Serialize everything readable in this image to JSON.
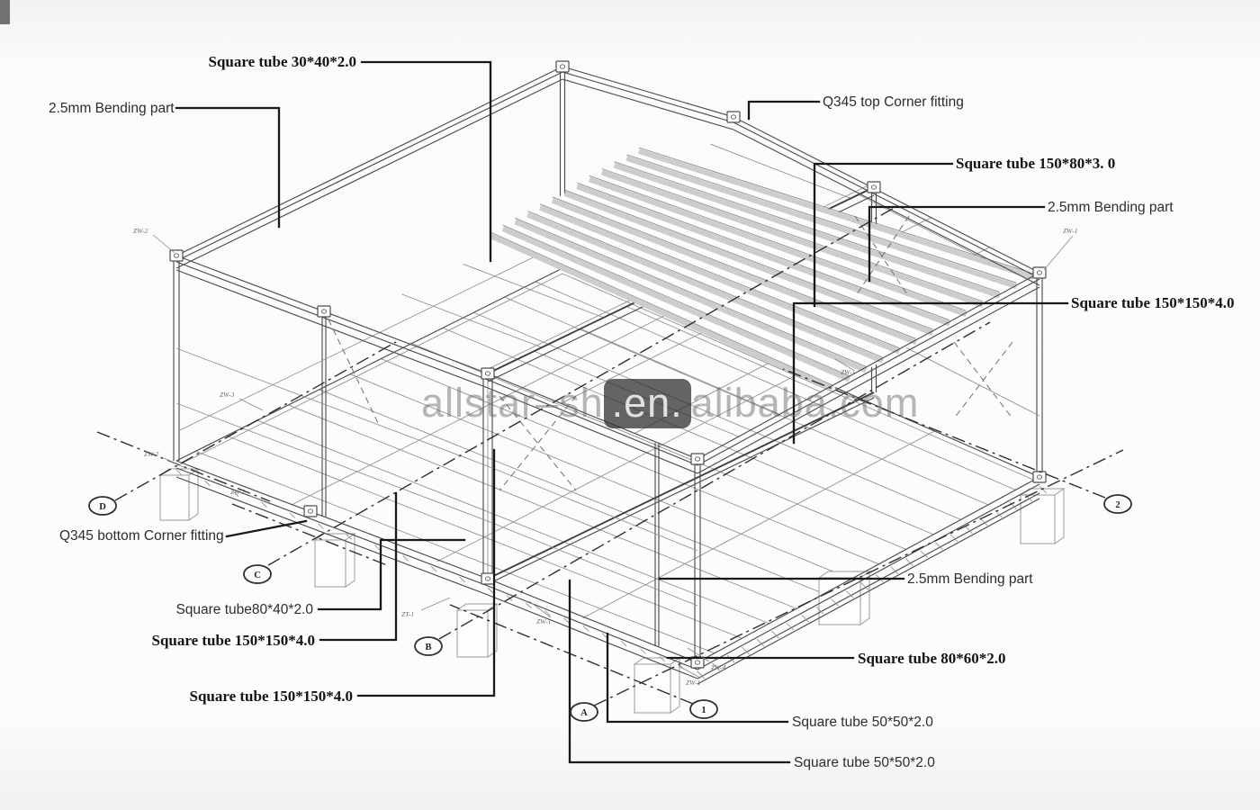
{
  "drawing": {
    "subject": "container house steel frame isometric wireframe"
  },
  "callouts": [
    {
      "text": "Square tube 30*40*2.0"
    },
    {
      "text": "2.5mm Bending part"
    },
    {
      "text": "Q345 top Corner fitting"
    },
    {
      "text": "Square tube 150*80*3. 0"
    },
    {
      "text": "2.5mm Bending part"
    },
    {
      "text": "Square tube 150*150*4.0"
    },
    {
      "text": "Q345 bottom Corner fitting"
    },
    {
      "text": "Square tube80*40*2.0"
    },
    {
      "text": "Square tube 150*150*4.0"
    },
    {
      "text": "Square tube 150*150*4.0"
    },
    {
      "text": "2.5mm Bending part"
    },
    {
      "text": "Square tube 80*60*2.0"
    },
    {
      "text": "Square tube 50*50*2.0"
    },
    {
      "text": "Square tube 50*50*2.0"
    }
  ],
  "grid_bubbles": [
    "D",
    "C",
    "B",
    "A",
    "1",
    "2"
  ],
  "part_marks": [
    "ZW-2",
    "ZW-1",
    "ZW-3",
    "ZW-2",
    "ZW-2",
    "ZT-1",
    "ZW-1",
    "ZW-4",
    "ZW-1",
    "ZW-1"
  ],
  "watermark": {
    "prefix": "allstar–sh",
    "highlight": ".en.",
    "suffix": "alibaba.com"
  },
  "colors": {
    "frame_line": "#4d4d4d",
    "leader_line": "#181818",
    "label_text": "#141414",
    "watermark_text": "#696969",
    "watermark_pill": "#2a2a2a",
    "paper": "#fbfbfa"
  }
}
